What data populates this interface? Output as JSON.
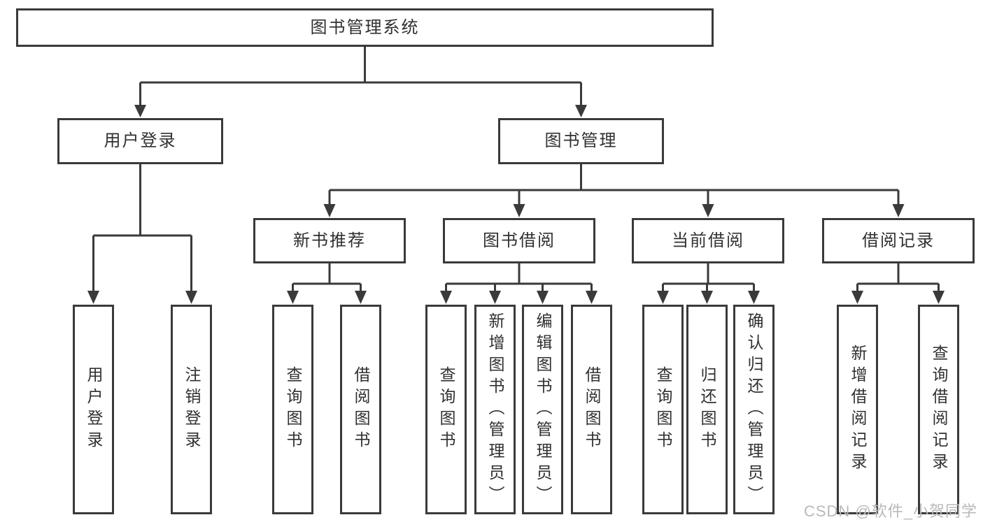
{
  "tree": {
    "label": "图书管理系统",
    "children": [
      {
        "label": "用户登录",
        "children": [
          {
            "label": "用户登录"
          },
          {
            "label": "注销登录"
          }
        ]
      },
      {
        "label": "图书管理",
        "children": [
          {
            "label": "新书推荐",
            "children": [
              {
                "label": "查询图书"
              },
              {
                "label": "借阅图书"
              }
            ]
          },
          {
            "label": "图书借阅",
            "children": [
              {
                "label": "查询图书"
              },
              {
                "label": "新增图书（管理员）"
              },
              {
                "label": "编辑图书（管理员）"
              },
              {
                "label": "借阅图书"
              }
            ]
          },
          {
            "label": "当前借阅",
            "children": [
              {
                "label": "查询图书"
              },
              {
                "label": "归还图书"
              },
              {
                "label": "确认归还（管理员）"
              }
            ]
          },
          {
            "label": "借阅记录",
            "children": [
              {
                "label": "新增借阅记录"
              },
              {
                "label": "查询借阅记录"
              }
            ]
          }
        ]
      }
    ]
  },
  "watermark": {
    "text": "CSDN @软件_小贺同学"
  },
  "colors": {
    "line": "#3a3a3a",
    "text": "#303030",
    "watermark": "#b9b9b9",
    "background": "#ffffff"
  }
}
